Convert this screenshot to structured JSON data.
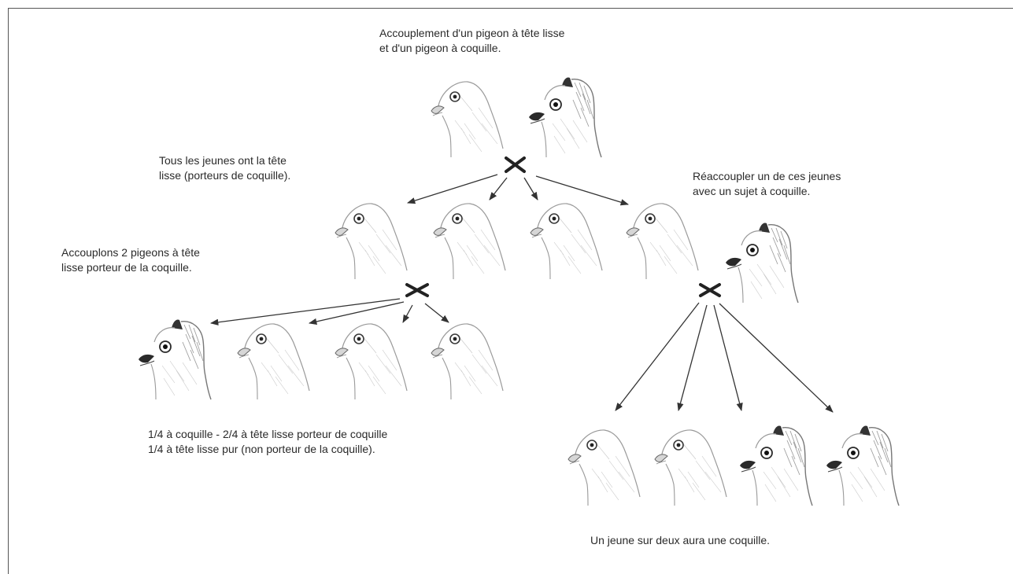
{
  "captions": {
    "parents": [
      "Accouplement d'un pigeon à tête lisse",
      "et d'un pigeon à coquille."
    ],
    "f1": [
      "Tous les jeunes ont la tête",
      "lisse (porteurs de coquille)."
    ],
    "cross_f1": [
      "Accouplons 2 pigeons à tête",
      "lisse porteur de la coquille."
    ],
    "f2_result": [
      "1/4 à coquille - 2/4 à tête lisse porteur de coquille",
      "1/4 à tête lisse pur (non porteur de la coquille)."
    ],
    "backcross": [
      "Réaccoupler un de ces jeunes",
      "avec un sujet à coquille."
    ],
    "backcross_result": [
      "Un jeune sur deux aura une coquille."
    ]
  },
  "pigeons": {
    "parents": [
      "plain",
      "shell"
    ],
    "f1": [
      "plain",
      "plain",
      "plain",
      "plain"
    ],
    "f2": [
      "shell",
      "plain",
      "plain",
      "plain"
    ],
    "backcross_partner": [
      "shell"
    ],
    "backcross_offspring": [
      "plain",
      "plain",
      "shell",
      "shell"
    ]
  },
  "icons": {
    "cross": "cross-mark-icon",
    "plain": "plain-head-pigeon-icon",
    "shell": "shell-crested-pigeon-icon"
  },
  "colors": {
    "line": "#333333",
    "sketch": "#9a9a9a",
    "text": "#2a2a2a"
  }
}
